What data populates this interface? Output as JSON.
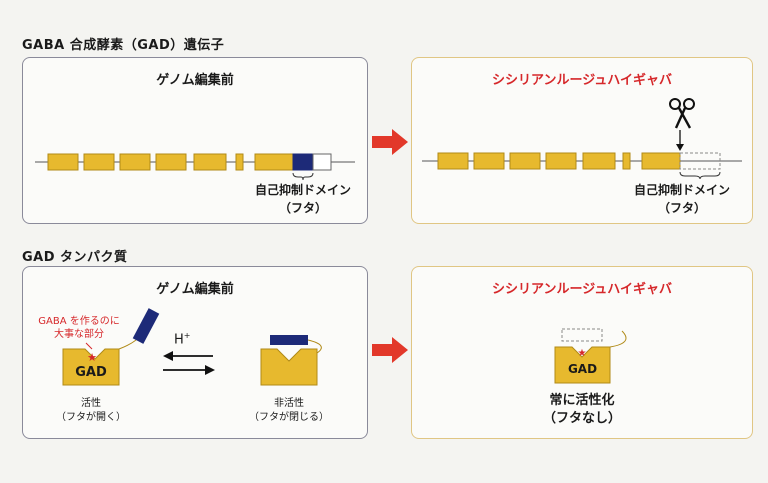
{
  "gene_section": {
    "title": "GABA 合成酵素（GAD）遺伝子",
    "left_panel_title": "ゲノム編集前",
    "right_panel_title": "シシリアンルージュハイギャバ",
    "domain_label_line1": "自己抑制ドメイン",
    "domain_label_line2": "（フタ）"
  },
  "protein_section": {
    "title": "GAD タンパク質",
    "left_panel_title": "ゲノム編集前",
    "right_panel_title": "シシリアンルージュハイギャバ",
    "callout_line1": "GABA を作るのに",
    "callout_line2": "大事な部分",
    "proton_label": "H",
    "proton_sup": "+",
    "gad_label": "GAD",
    "active_line1": "活性",
    "active_line2": "（フタが開く）",
    "inactive_line1": "非活性",
    "inactive_line2": "（フタが閉じる）",
    "always_active_line1": "常に活性化",
    "always_active_line2": "（フタなし）"
  },
  "colors": {
    "exon": "#e7b92e",
    "lid": "#1d2a78",
    "accent_red": "#d6282b",
    "arrow": "#e2382a"
  }
}
